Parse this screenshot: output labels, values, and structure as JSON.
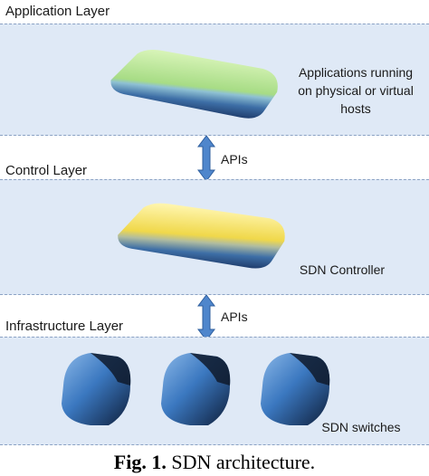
{
  "layers": {
    "application": "Application Layer",
    "control": "Control Layer",
    "infrastructure": "Infrastructure Layer"
  },
  "nodes": {
    "applications": "Applications running on physical or virtual hosts",
    "applications_lines": [
      "Applications running",
      "on physical or virtual",
      "hosts"
    ],
    "controller": "SDN Controller",
    "switches": "SDN switches"
  },
  "connectors": {
    "upper": "APIs",
    "lower": "APIs"
  },
  "caption": {
    "number": "Fig. 1.",
    "text": "SDN architecture."
  },
  "colors": {
    "band": "#dfe9f6",
    "applications_fill": "#b8e39a",
    "controller_fill": "#f2e05a",
    "switch_fill": "#3b78c0",
    "arrow_fill": "#4f86cc"
  }
}
